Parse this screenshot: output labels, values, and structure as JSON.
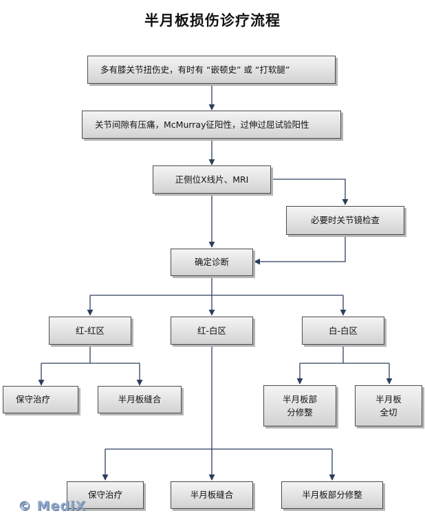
{
  "title": "半月板损伤诊疗流程",
  "nodes": {
    "history": "多有膝关节扭伤史，有时有 “嵌顿史” 或 “打软腿”",
    "exam": "关节间隙有压痛，McMurray征阳性，过伸过屈试验阳性",
    "imaging": "正侧位X线片、MRI",
    "arthroscopy": "必要时关节镜检查",
    "diagnosis": "确定诊断",
    "red_red": "红-红区",
    "red_white": "红-白区",
    "white_white": "白-白区",
    "rr_conservative": "保守治疗",
    "rr_suture": "半月板缝合",
    "ww_partial": "半月板部\n分修整",
    "ww_total": "半月板\n全切",
    "rw_conservative": "保守治疗",
    "rw_suture": "半月板缝合",
    "rw_partial": "半月板部分修整"
  },
  "watermark": "© MediX",
  "colors": {
    "line": "#2b3f5c",
    "box_border": "#4a4a4a"
  }
}
